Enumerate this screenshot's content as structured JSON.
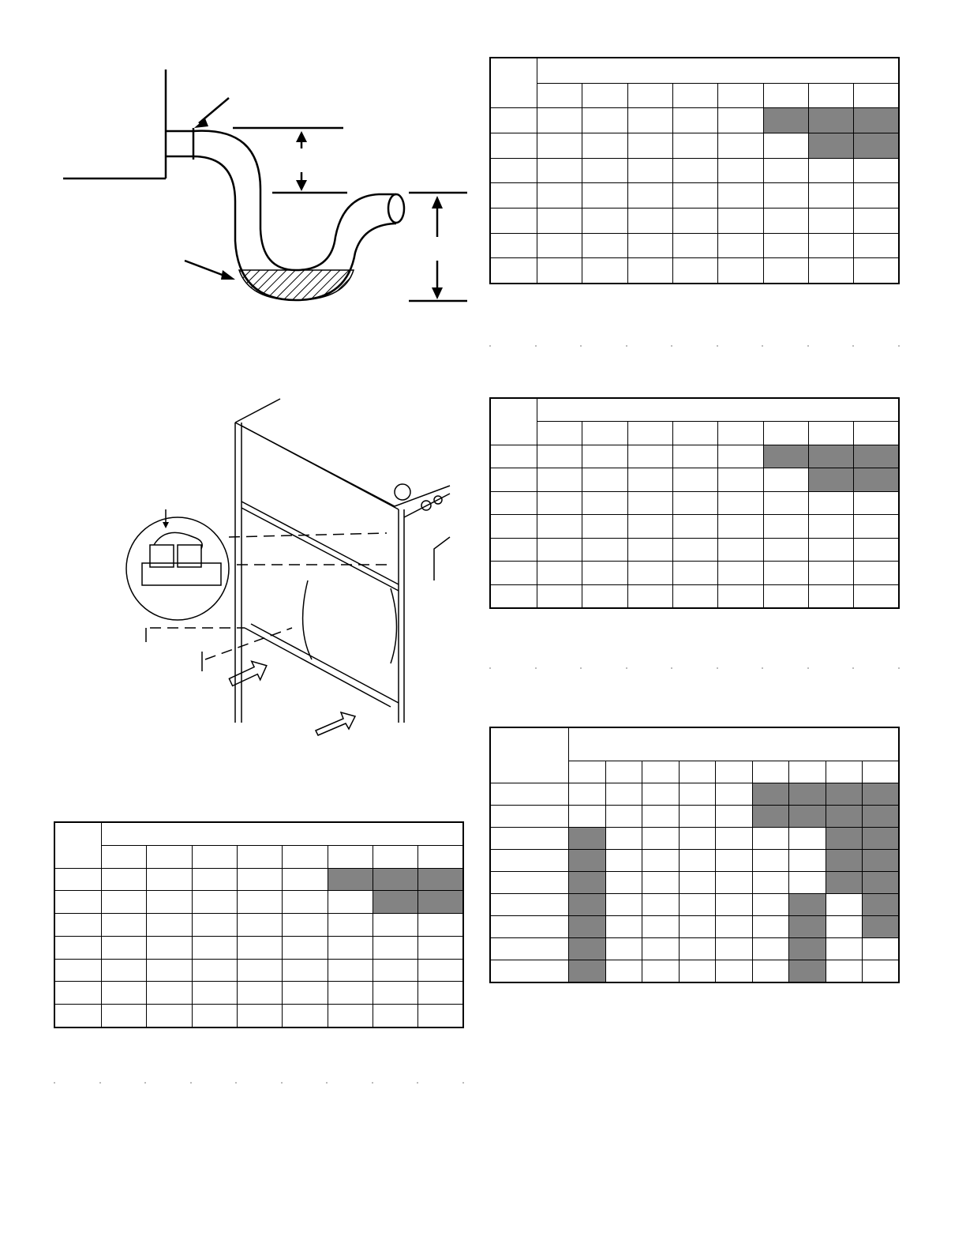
{
  "figures": {
    "trap_diagram": {
      "icon": "condensate-trap-icon"
    },
    "furnace_diagram": {
      "icon": "furnace-cabinet-icon"
    }
  },
  "shade_color": "#838383",
  "tables": [
    {
      "id": "table-top-right",
      "cols": 8,
      "rows": 7,
      "shaded": [
        [
          0,
          5
        ],
        [
          0,
          6
        ],
        [
          0,
          7
        ],
        [
          1,
          6
        ],
        [
          1,
          7
        ]
      ]
    },
    {
      "id": "table-middle-right",
      "cols": 8,
      "rows": 7,
      "shaded": [
        [
          0,
          5
        ],
        [
          0,
          6
        ],
        [
          0,
          7
        ],
        [
          1,
          6
        ],
        [
          1,
          7
        ]
      ]
    },
    {
      "id": "table-bottom-left",
      "cols": 8,
      "rows": 7,
      "shaded": [
        [
          0,
          5
        ],
        [
          0,
          6
        ],
        [
          0,
          7
        ],
        [
          1,
          6
        ],
        [
          1,
          7
        ]
      ]
    },
    {
      "id": "table-bottom-right",
      "cols": 9,
      "rows": 9,
      "shaded": [
        [
          0,
          5
        ],
        [
          0,
          6
        ],
        [
          0,
          7
        ],
        [
          0,
          8
        ],
        [
          1,
          5
        ],
        [
          1,
          6
        ],
        [
          1,
          7
        ],
        [
          1,
          8
        ],
        [
          2,
          0
        ],
        [
          2,
          7
        ],
        [
          2,
          8
        ],
        [
          3,
          0
        ],
        [
          3,
          7
        ],
        [
          3,
          8
        ],
        [
          4,
          0
        ],
        [
          4,
          7
        ],
        [
          4,
          8
        ],
        [
          5,
          0
        ],
        [
          5,
          6
        ],
        [
          5,
          8
        ],
        [
          6,
          0
        ],
        [
          6,
          6
        ],
        [
          6,
          8
        ],
        [
          7,
          0
        ],
        [
          7,
          6
        ],
        [
          8,
          0
        ],
        [
          8,
          6
        ]
      ]
    }
  ]
}
